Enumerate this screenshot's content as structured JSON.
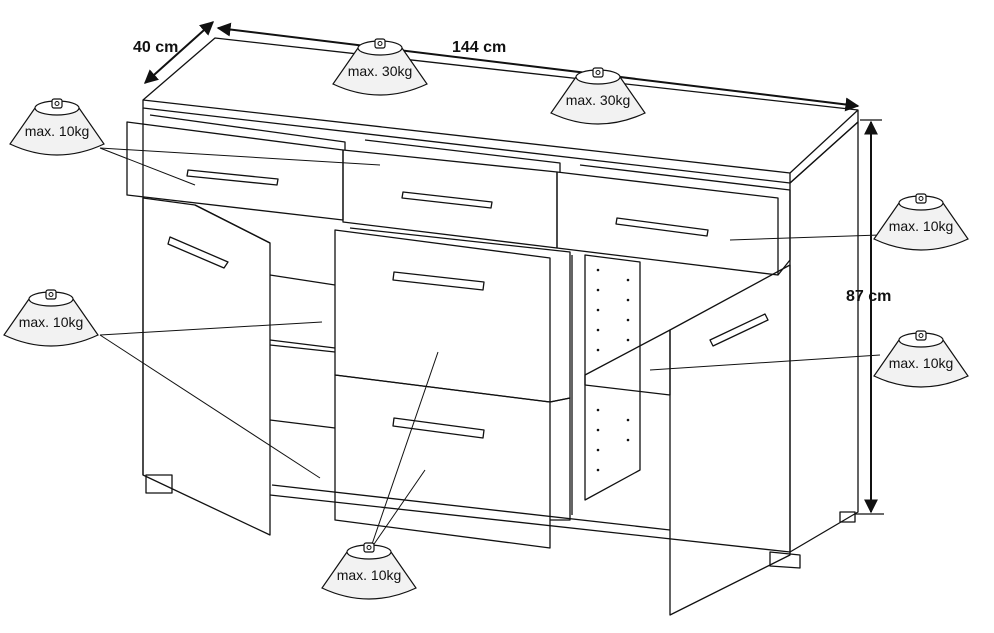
{
  "dimensions": {
    "depth": "40 cm",
    "width": "144 cm",
    "height": "87 cm"
  },
  "weights": [
    {
      "label": "max. 30kg",
      "name": "weight-top-left"
    },
    {
      "label": "max. 30kg",
      "name": "weight-top-right"
    },
    {
      "label": "max. 10kg",
      "name": "weight-drawer-upper"
    },
    {
      "label": "max. 10kg",
      "name": "weight-drawer-right"
    },
    {
      "label": "max. 10kg",
      "name": "weight-shelf-left"
    },
    {
      "label": "max. 10kg",
      "name": "weight-shelf-right"
    },
    {
      "label": "max. 10kg",
      "name": "weight-drawers-lower"
    }
  ],
  "colors": {
    "line": "#111111",
    "bg": "#ffffff",
    "weight_fill": "#f2f2f2"
  }
}
